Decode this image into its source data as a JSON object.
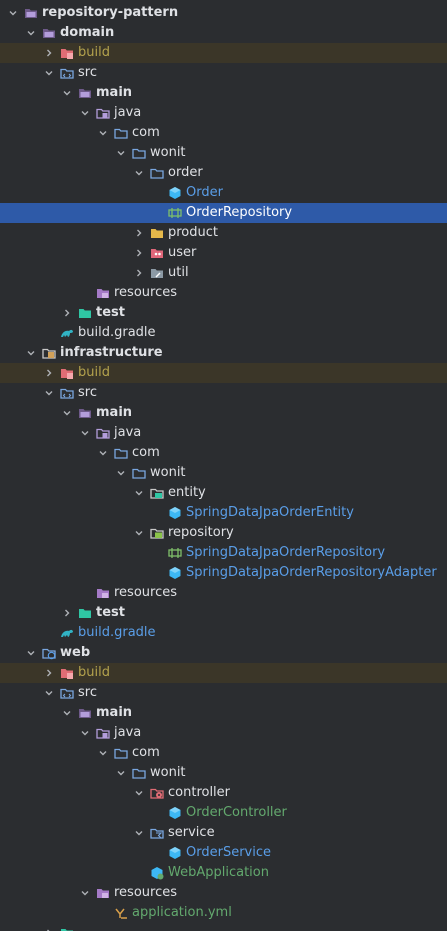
{
  "project_tree": {
    "rows": [
      {
        "label": "repository-pattern",
        "depth": 0,
        "arrow": "down",
        "icon": "module-folder-icon",
        "color": "default",
        "bold": true
      },
      {
        "label": "domain",
        "depth": 1,
        "arrow": "down",
        "icon": "module-folder-icon",
        "color": "default",
        "bold": true
      },
      {
        "label": "build",
        "depth": 2,
        "arrow": "right",
        "icon": "excluded-folder-icon",
        "color": "yellow",
        "excluded": true
      },
      {
        "label": "src",
        "depth": 2,
        "arrow": "down",
        "icon": "source-root-folder-icon",
        "color": "default"
      },
      {
        "label": "main",
        "depth": 3,
        "arrow": "down",
        "icon": "module-folder-icon",
        "color": "default",
        "bold": true
      },
      {
        "label": "java",
        "depth": 4,
        "arrow": "down",
        "icon": "java-source-folder-icon",
        "color": "default"
      },
      {
        "label": "com",
        "depth": 5,
        "arrow": "down",
        "icon": "package-folder-icon",
        "color": "default"
      },
      {
        "label": "wonit",
        "depth": 6,
        "arrow": "down",
        "icon": "package-folder-icon",
        "color": "default"
      },
      {
        "label": "order",
        "depth": 7,
        "arrow": "down",
        "icon": "package-folder-icon",
        "color": "default"
      },
      {
        "label": "Order",
        "depth": 8,
        "arrow": "none",
        "icon": "class-icon",
        "color": "blue"
      },
      {
        "label": "OrderRepository",
        "depth": 8,
        "arrow": "none",
        "icon": "interface-icon",
        "color": "white",
        "selected": true
      },
      {
        "label": "product",
        "depth": 7,
        "arrow": "right",
        "icon": "yellow-folder-icon",
        "color": "default"
      },
      {
        "label": "user",
        "depth": 7,
        "arrow": "right",
        "icon": "user-folder-icon",
        "color": "default"
      },
      {
        "label": "util",
        "depth": 7,
        "arrow": "right",
        "icon": "util-folder-icon",
        "color": "default"
      },
      {
        "label": "resources",
        "depth": 4,
        "arrow": "none",
        "icon": "resources-folder-icon",
        "color": "default"
      },
      {
        "label": "test",
        "depth": 3,
        "arrow": "right",
        "icon": "test-folder-icon",
        "color": "default",
        "bold": true
      },
      {
        "label": "build.gradle",
        "depth": 2,
        "arrow": "none",
        "icon": "gradle-icon",
        "color": "default"
      },
      {
        "label": "infrastructure",
        "depth": 1,
        "arrow": "down",
        "icon": "module-config-folder-icon",
        "color": "default",
        "bold": true
      },
      {
        "label": "build",
        "depth": 2,
        "arrow": "right",
        "icon": "excluded-folder-icon",
        "color": "yellow",
        "excluded": true
      },
      {
        "label": "src",
        "depth": 2,
        "arrow": "down",
        "icon": "source-root-folder-icon",
        "color": "default"
      },
      {
        "label": "main",
        "depth": 3,
        "arrow": "down",
        "icon": "module-folder-icon",
        "color": "default",
        "bold": true
      },
      {
        "label": "java",
        "depth": 4,
        "arrow": "down",
        "icon": "java-source-folder-icon",
        "color": "default"
      },
      {
        "label": "com",
        "depth": 5,
        "arrow": "down",
        "icon": "package-folder-icon",
        "color": "default"
      },
      {
        "label": "wonit",
        "depth": 6,
        "arrow": "down",
        "icon": "package-folder-icon",
        "color": "default"
      },
      {
        "label": "entity",
        "depth": 7,
        "arrow": "down",
        "icon": "entity-folder-icon",
        "color": "default"
      },
      {
        "label": "SpringDataJpaOrderEntity",
        "depth": 8,
        "arrow": "none",
        "icon": "class-icon",
        "color": "blue"
      },
      {
        "label": "repository",
        "depth": 7,
        "arrow": "down",
        "icon": "repository-folder-icon",
        "color": "default"
      },
      {
        "label": "SpringDataJpaOrderRepository",
        "depth": 8,
        "arrow": "none",
        "icon": "interface-icon",
        "color": "blue"
      },
      {
        "label": "SpringDataJpaOrderRepositoryAdapter",
        "depth": 8,
        "arrow": "none",
        "icon": "class-icon",
        "color": "blue"
      },
      {
        "label": "resources",
        "depth": 4,
        "arrow": "none",
        "icon": "resources-folder-icon",
        "color": "default"
      },
      {
        "label": "test",
        "depth": 3,
        "arrow": "right",
        "icon": "test-folder-icon",
        "color": "default",
        "bold": true
      },
      {
        "label": "build.gradle",
        "depth": 2,
        "arrow": "none",
        "icon": "gradle-icon",
        "color": "blue"
      },
      {
        "label": "web",
        "depth": 1,
        "arrow": "down",
        "icon": "module-web-folder-icon",
        "color": "default",
        "bold": true
      },
      {
        "label": "build",
        "depth": 2,
        "arrow": "right",
        "icon": "excluded-folder-icon",
        "color": "yellow",
        "excluded": true
      },
      {
        "label": "src",
        "depth": 2,
        "arrow": "down",
        "icon": "source-root-folder-icon",
        "color": "default"
      },
      {
        "label": "main",
        "depth": 3,
        "arrow": "down",
        "icon": "module-folder-icon",
        "color": "default",
        "bold": true
      },
      {
        "label": "java",
        "depth": 4,
        "arrow": "down",
        "icon": "java-source-folder-icon",
        "color": "default"
      },
      {
        "label": "com",
        "depth": 5,
        "arrow": "down",
        "icon": "package-folder-icon",
        "color": "default"
      },
      {
        "label": "wonit",
        "depth": 6,
        "arrow": "down",
        "icon": "package-folder-icon",
        "color": "default"
      },
      {
        "label": "controller",
        "depth": 7,
        "arrow": "down",
        "icon": "controller-folder-icon",
        "color": "default"
      },
      {
        "label": "OrderController",
        "depth": 8,
        "arrow": "none",
        "icon": "class-icon",
        "color": "green"
      },
      {
        "label": "service",
        "depth": 7,
        "arrow": "down",
        "icon": "service-folder-icon",
        "color": "default"
      },
      {
        "label": "OrderService",
        "depth": 8,
        "arrow": "none",
        "icon": "class-icon",
        "color": "blue"
      },
      {
        "label": "WebApplication",
        "depth": 7,
        "arrow": "none",
        "icon": "spring-app-class-icon",
        "color": "green"
      },
      {
        "label": "resources",
        "depth": 4,
        "arrow": "down",
        "icon": "resources-folder-icon",
        "color": "default"
      },
      {
        "label": "application.yml",
        "depth": 5,
        "arrow": "none",
        "icon": "yaml-icon",
        "color": "green"
      },
      {
        "label": "",
        "depth": 2,
        "arrow": "right",
        "icon": "test-folder-icon",
        "color": "default",
        "bold": true
      }
    ]
  },
  "colors": {
    "background": "#2b2d30",
    "selection": "#2e5aa8",
    "excluded_row": "#3b3628",
    "text_default": "#dfe1e5",
    "text_blue": "#5a9ee8",
    "text_green": "#63a96e",
    "text_yellow": "#b3a24d",
    "folder_module": "#b39ddb",
    "folder_package": "#7aa7e0",
    "folder_excluded": "#e06c75",
    "class_icon": "#3db8f5",
    "interface_icon": "#7fbf6a",
    "test_icon": "#2fc6a4",
    "gradle_icon": "#31b3c4"
  }
}
